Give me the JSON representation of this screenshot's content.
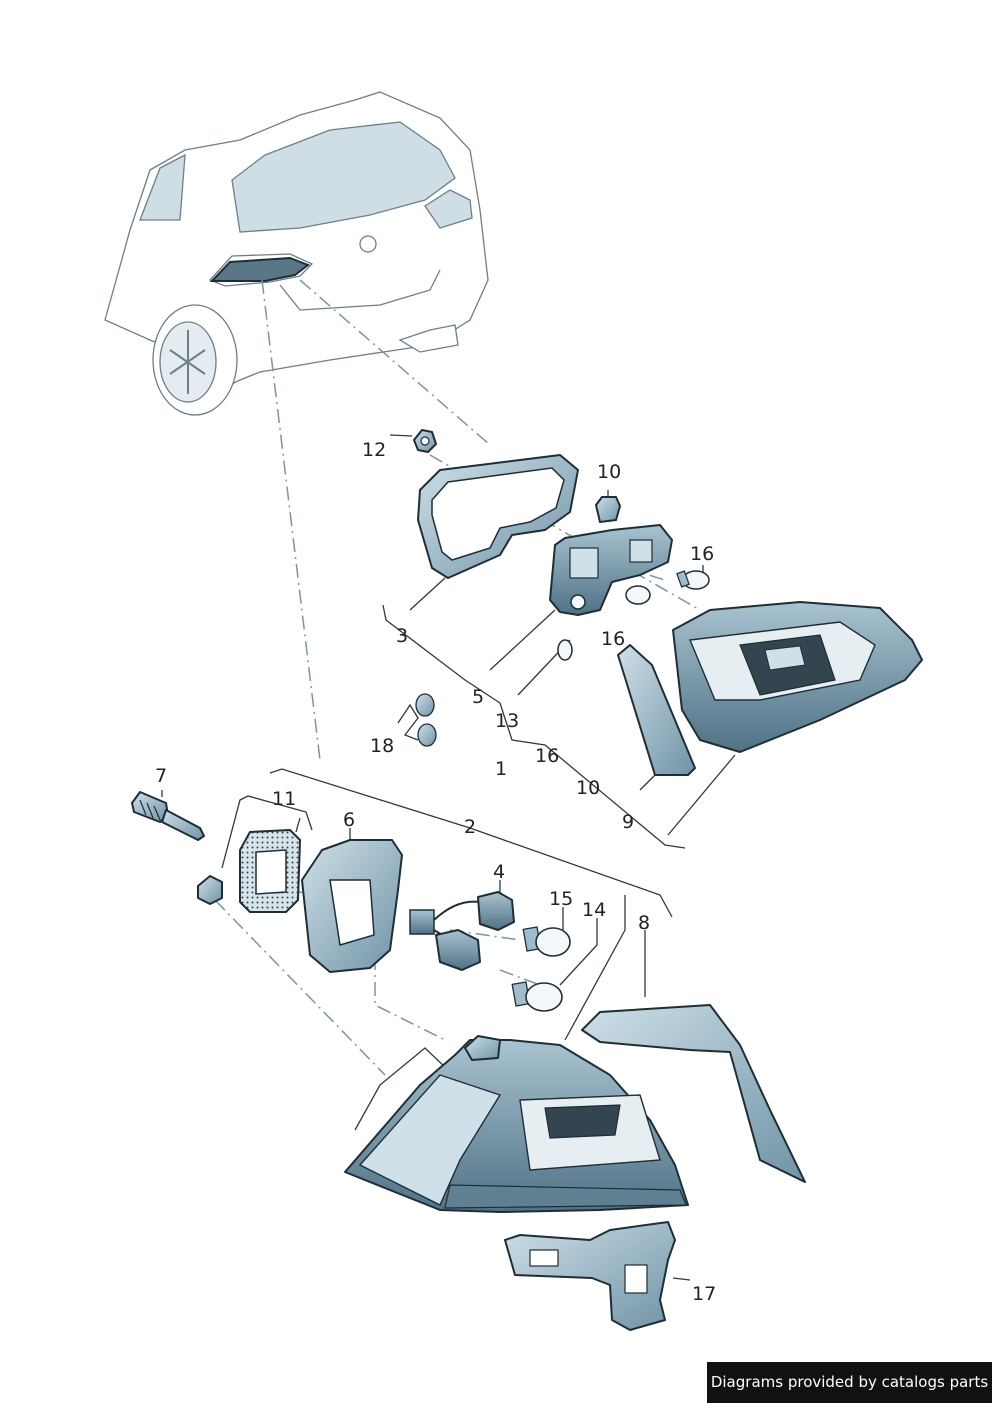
{
  "callouts": {
    "c1": "1",
    "c2": "2",
    "c3": "3",
    "c4": "4",
    "c5": "5",
    "c6": "6",
    "c7": "7",
    "c8": "8",
    "c9": "9",
    "c10a": "10",
    "c10b": "10",
    "c11": "11",
    "c12": "12",
    "c13": "13",
    "c14": "14",
    "c15": "15",
    "c16a": "16",
    "c16b": "16",
    "c16c": "16",
    "c17": "17",
    "c18": "18"
  },
  "footer": {
    "text": "Diagrams provided by catalogs parts"
  },
  "colors": {
    "part_fill": "#9fbccb",
    "part_dark": "#5f7f92",
    "part_light": "#cfe0e8",
    "outline": "#1f2d36"
  }
}
